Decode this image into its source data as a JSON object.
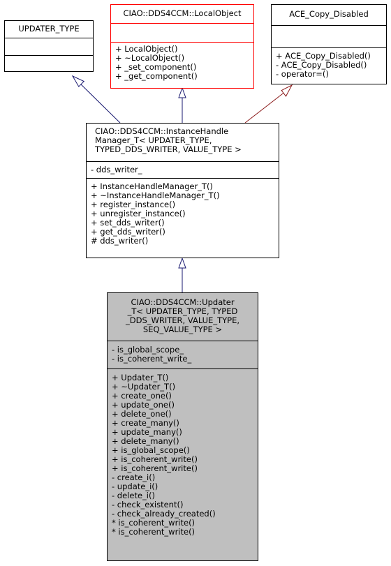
{
  "nodes": {
    "updater_type": {
      "title": "UPDATER_TYPE",
      "attributes": [],
      "methods": []
    },
    "local_object": {
      "title": "CIAO::DDS4CCM::LocalObject",
      "border_color": "#ff0000",
      "attributes": [],
      "methods": [
        "+ LocalObject()",
        "+ ~LocalObject()",
        "+ _set_component()",
        "+ _get_component()"
      ]
    },
    "ace_copy_disabled": {
      "title": "ACE_Copy_Disabled",
      "attributes": [],
      "methods": [
        "+ ACE_Copy_Disabled()",
        "- ACE_Copy_Disabled()",
        "- operator=()"
      ]
    },
    "instance_handle_manager": {
      "title": "CIAO::DDS4CCM::InstanceHandle\nManager_T< UPDATER_TYPE,\n TYPED_DDS_WRITER, VALUE_TYPE >",
      "attributes": [
        "- dds_writer_"
      ],
      "methods": [
        "+ InstanceHandleManager_T()",
        "+ ~InstanceHandleManager_T()",
        "+ register_instance()",
        "+ unregister_instance()",
        "+ set_dds_writer()",
        "+ get_dds_writer()",
        "# dds_writer()"
      ]
    },
    "updater": {
      "title": "CIAO::DDS4CCM::Updater\n_T< UPDATER_TYPE, TYPED\n_DDS_WRITER, VALUE_TYPE,\n SEQ_VALUE_TYPE >",
      "fill_color": "#bfbfbf",
      "attributes": [
        "- is_global_scope_",
        "- is_coherent_write_"
      ],
      "methods": [
        "+ Updater_T()",
        "+ ~Updater_T()",
        "+ create_one()",
        "+ update_one()",
        "+ delete_one()",
        "+ create_many()",
        "+ update_many()",
        "+ delete_many()",
        "+ is_global_scope()",
        "+ is_coherent_write()",
        "+ is_coherent_write()",
        "- create_i()",
        "- update_i()",
        "- delete_i()",
        "- check_existent()",
        "- check_already_created()",
        "* is_coherent_write()",
        "* is_coherent_write()"
      ]
    }
  },
  "edges": [
    {
      "from": "instance_handle_manager",
      "to": "updater_type",
      "color": "#191970"
    },
    {
      "from": "instance_handle_manager",
      "to": "local_object",
      "color": "#191970"
    },
    {
      "from": "instance_handle_manager",
      "to": "ace_copy_disabled",
      "color": "#8b1a1a"
    },
    {
      "from": "updater",
      "to": "instance_handle_manager",
      "color": "#191970"
    }
  ]
}
